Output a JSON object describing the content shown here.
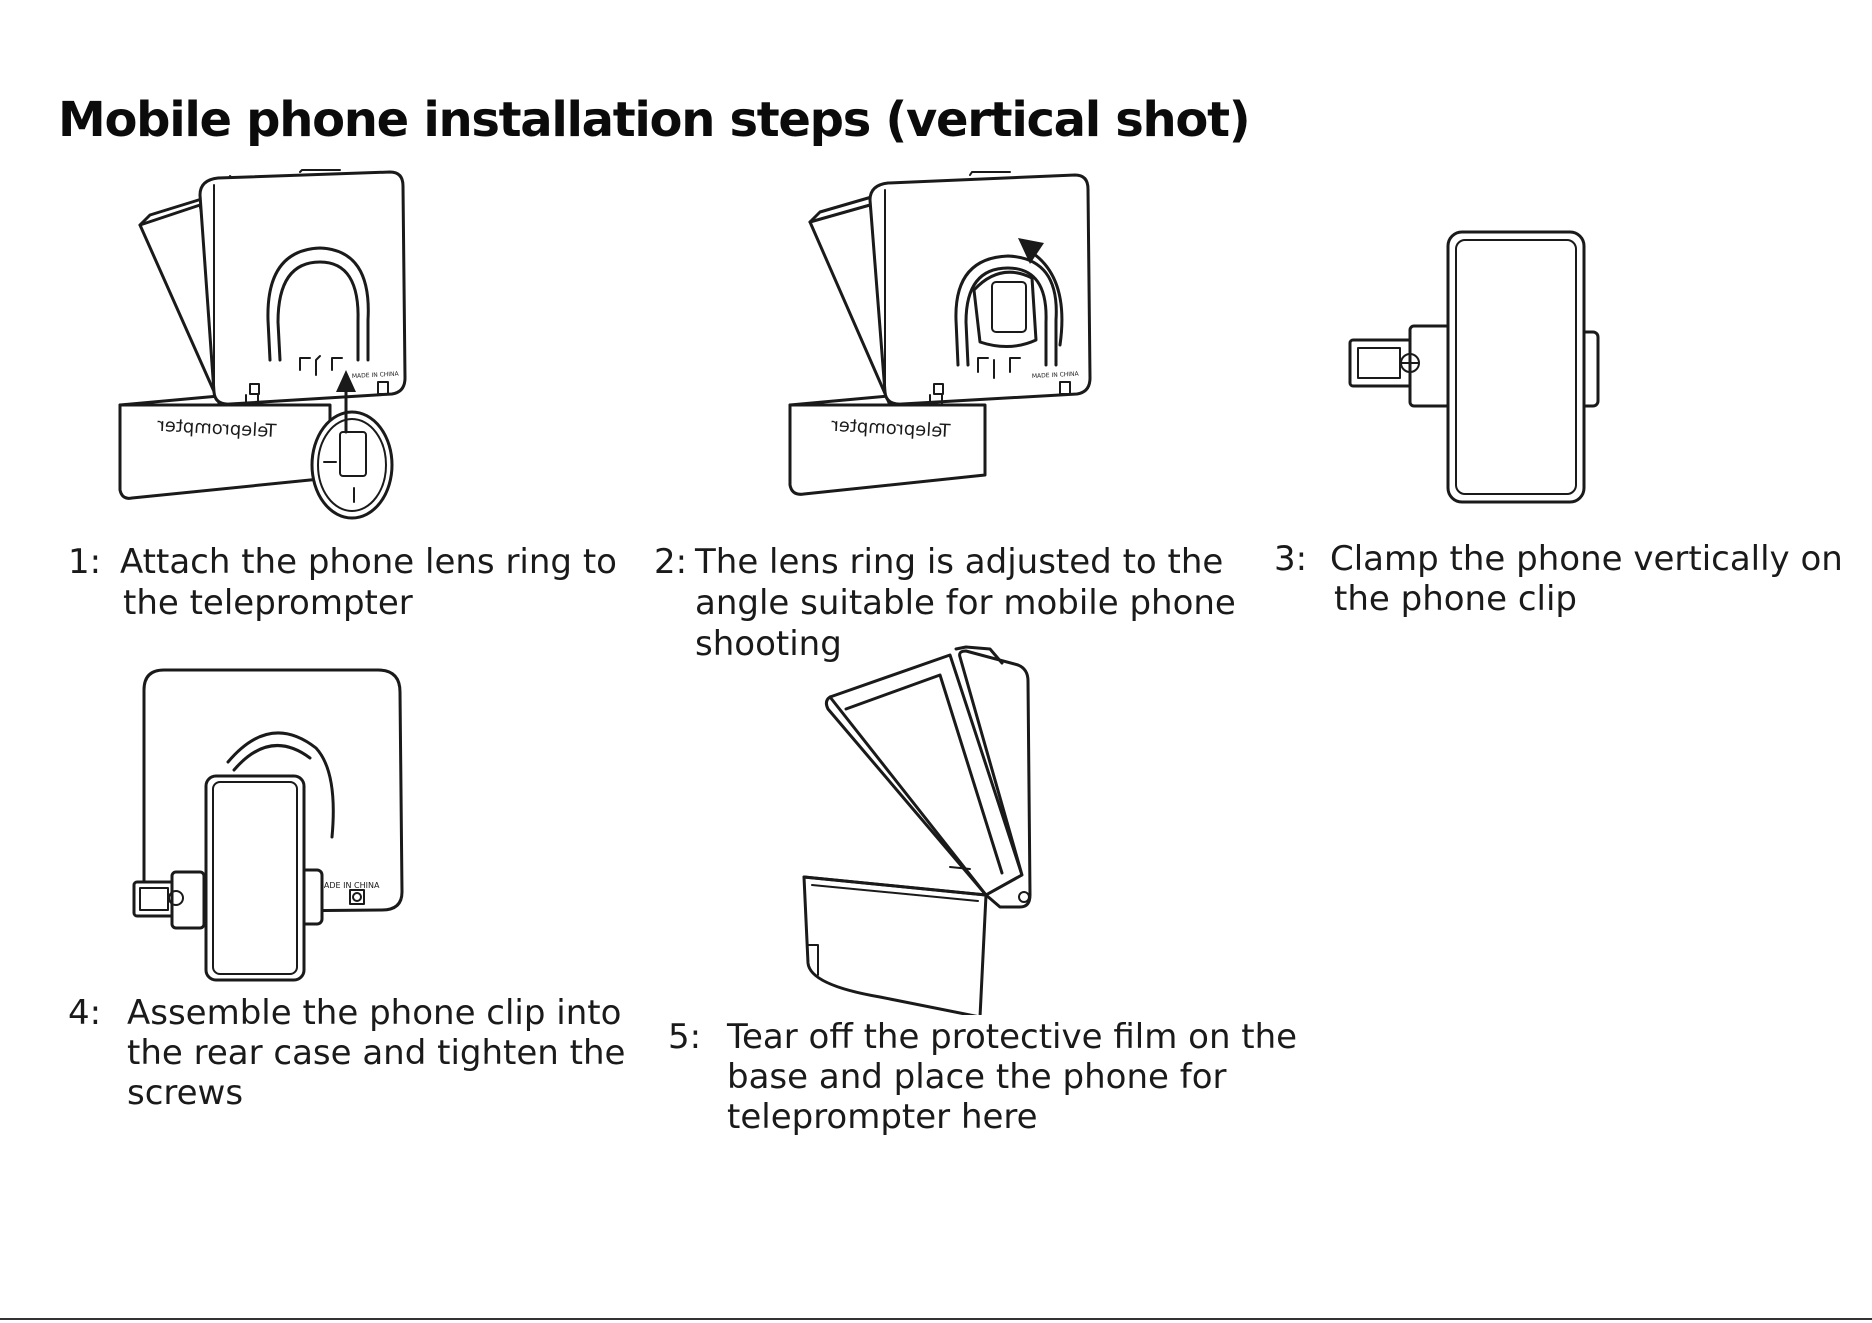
{
  "title": "Mobile phone installation steps (vertical shot)",
  "steps": [
    {
      "number": "1:",
      "lines": [
        "Attach the phone lens ring to",
        "the teleprompter"
      ]
    },
    {
      "number": "2:",
      "lines": [
        "The lens ring is adjusted to the",
        "angle suitable for mobile phone",
        "shooting"
      ]
    },
    {
      "number": "3:",
      "lines": [
        "Clamp the phone vertically on",
        "the phone clip"
      ]
    },
    {
      "number": "4:",
      "lines": [
        "Assemble the phone clip into",
        "the rear case and tighten the",
        "screws"
      ]
    },
    {
      "number": "5:",
      "lines": [
        "Tear off the protective film on the",
        "base and place the phone for",
        "teleprompter here"
      ]
    }
  ],
  "device_labels": {
    "brand": "Teleprompter",
    "made_in": "MADE IN CHINA"
  },
  "colors": {
    "ink": "#1a1a1a",
    "background": "#ffffff"
  }
}
